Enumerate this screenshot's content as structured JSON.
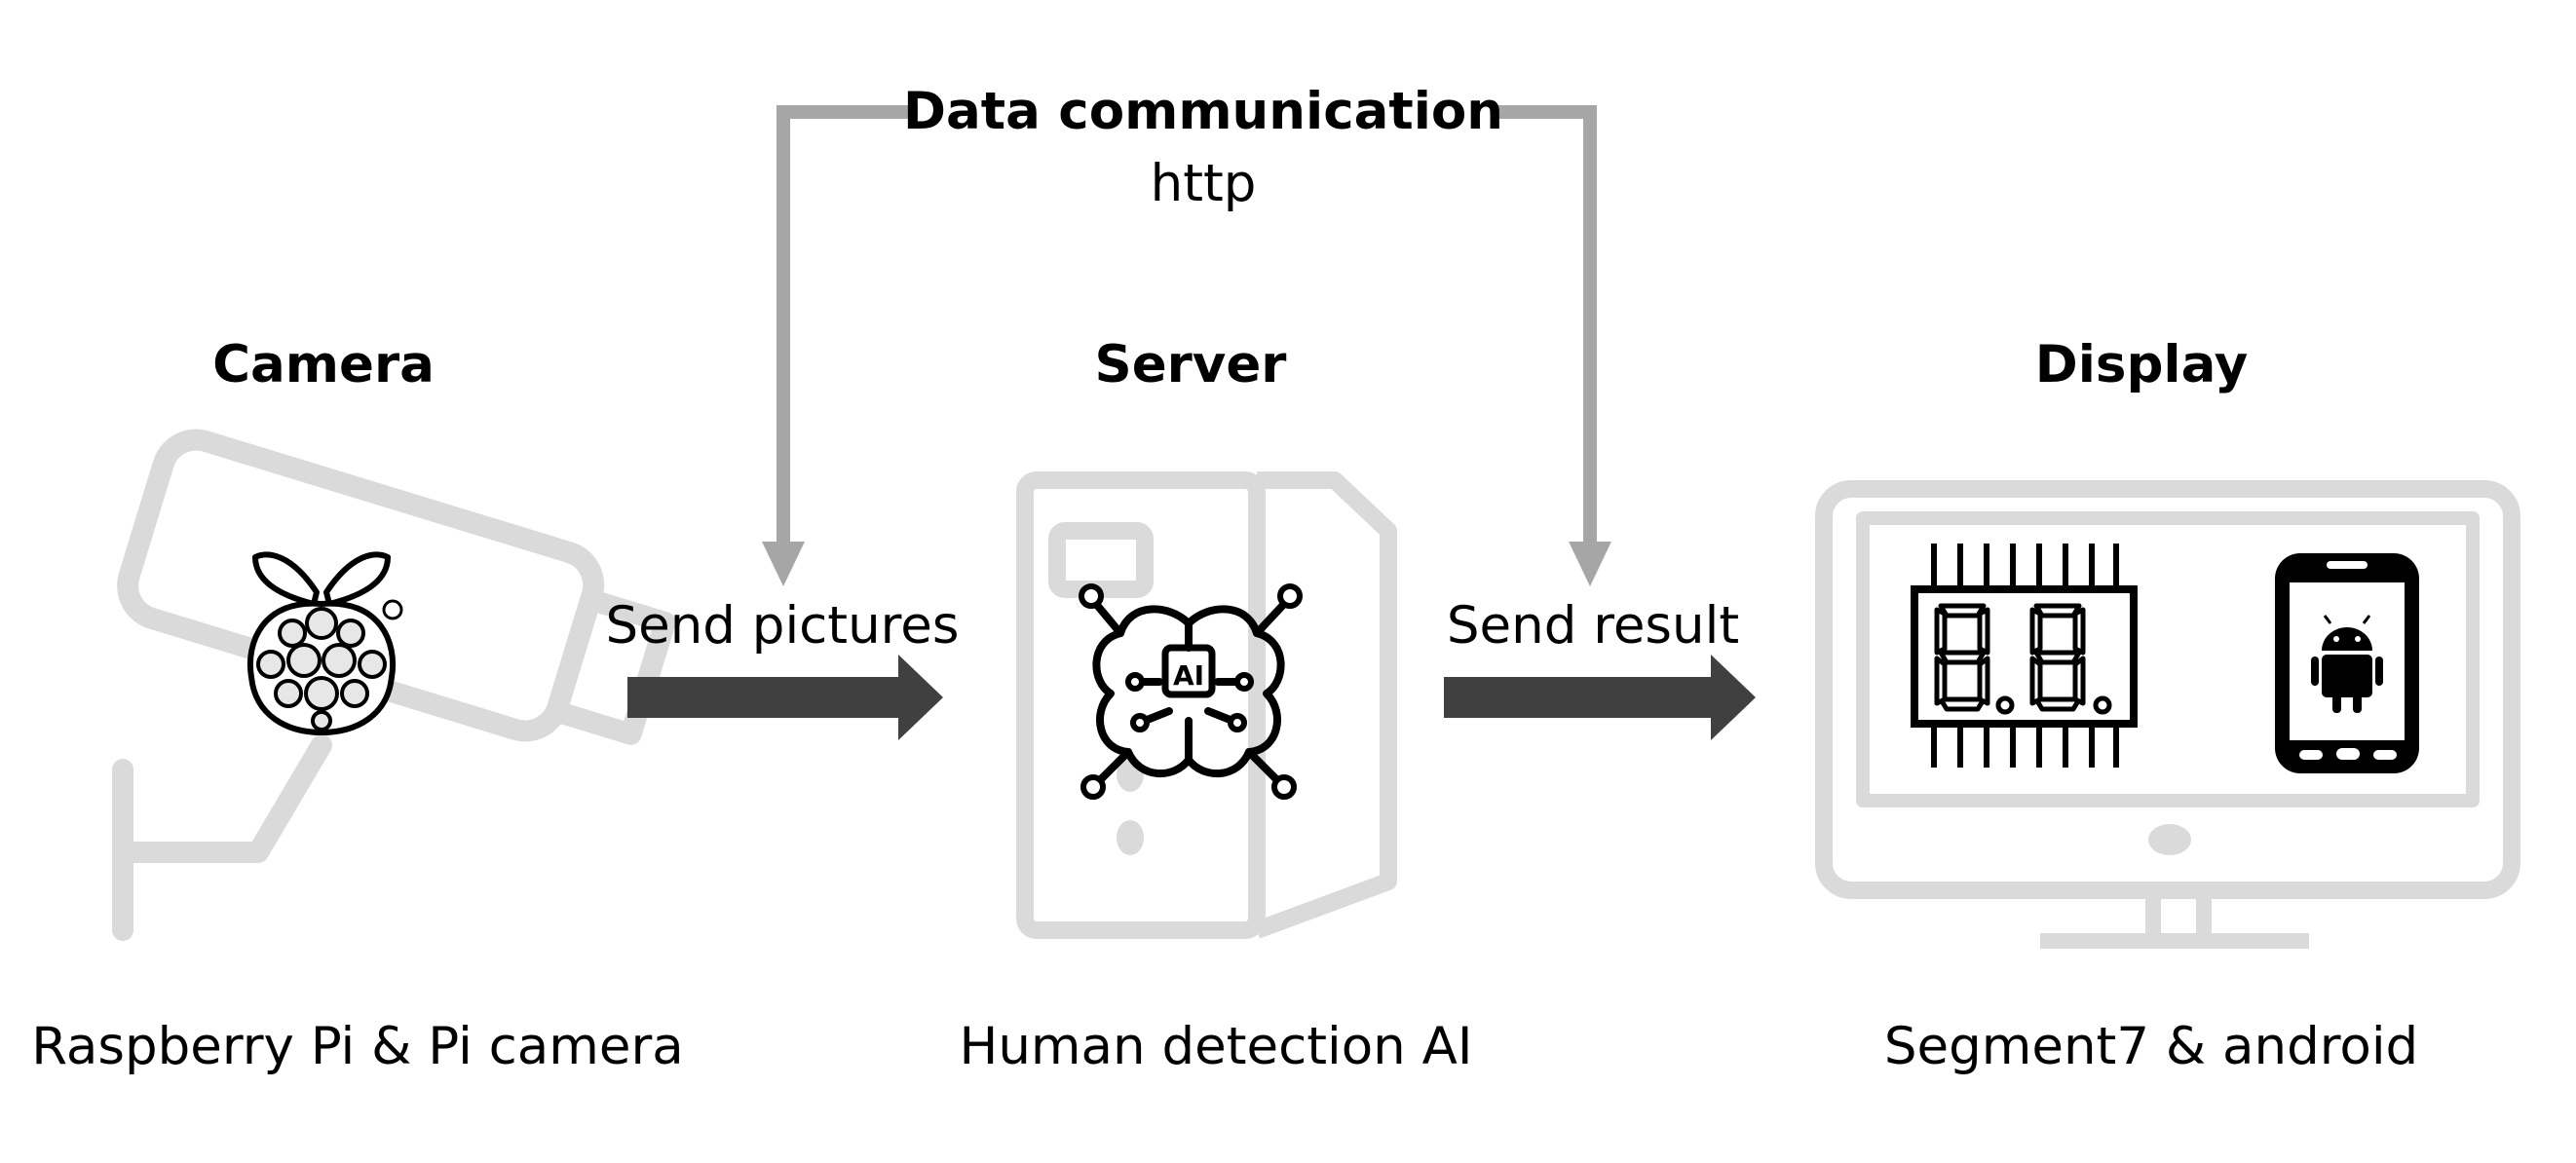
{
  "diagram": {
    "comm": {
      "title": "Data communication",
      "protocol": "http"
    },
    "nodes": [
      {
        "id": "camera",
        "title": "Camera",
        "caption": "Raspberry Pi & Pi camera",
        "icon": "raspberry-pi-logo-icon",
        "background_icon": "security-camera-icon"
      },
      {
        "id": "server",
        "title": "Server",
        "caption": "Human detection AI",
        "icon": "ai-brain-circuit-icon",
        "background_icon": "server-tower-icon"
      },
      {
        "id": "display",
        "title": "Display",
        "caption": "Segment7 & android",
        "icon": "seven-segment-display-icon",
        "icon2": "android-phone-icon",
        "background_icon": "monitor-icon"
      }
    ],
    "edges": [
      {
        "from": "camera",
        "to": "server",
        "label": "Send pictures"
      },
      {
        "from": "server",
        "to": "display",
        "label": "Send result"
      }
    ],
    "colors": {
      "background_icon": "#dadada",
      "arrow": "#404040",
      "comm_line": "#a6a6a6",
      "text": "#000000"
    }
  }
}
